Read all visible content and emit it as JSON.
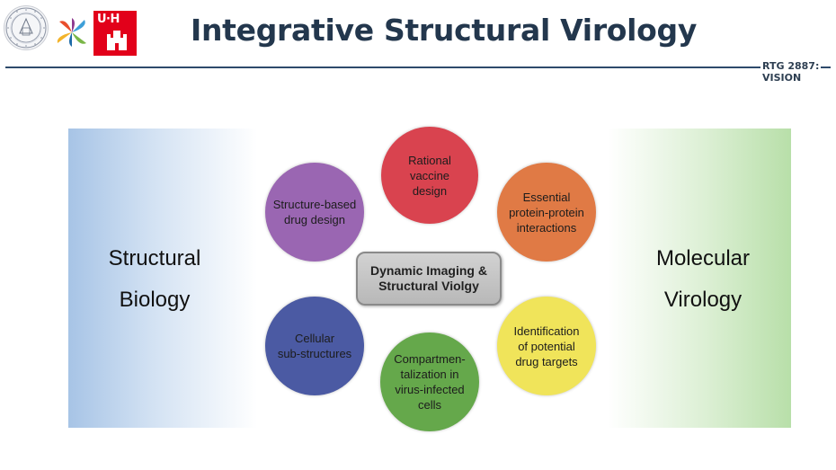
{
  "header": {
    "title": "Integrative Structural Virology",
    "subtitle_lines": [
      "RTG 2887:",
      "VISION"
    ],
    "logos": {
      "seal": "university-seal-logo",
      "pinwheel": "pinwheel-logo",
      "uhh": "U·H"
    }
  },
  "figure": {
    "left_label_lines": [
      "Structural",
      "Biology"
    ],
    "right_label_lines": [
      "Molecular",
      "Virology"
    ],
    "center_lines": [
      "Dynamic Imaging &",
      "Structural Violgy"
    ],
    "circles": [
      {
        "lines": [
          "Rational",
          "vaccine",
          "design"
        ],
        "color": "#d9434f"
      },
      {
        "lines": [
          "Essential",
          "protein-protein",
          "interactions"
        ],
        "color": "#e07a45"
      },
      {
        "lines": [
          "Identification",
          "of potential",
          "drug targets"
        ],
        "color": "#f0e45a"
      },
      {
        "lines": [
          "Compartmen-",
          "talization in",
          "virus-infected",
          "cells"
        ],
        "color": "#65a84b"
      },
      {
        "lines": [
          "Cellular",
          "sub-structures"
        ],
        "color": "#4b5aa3"
      },
      {
        "lines": [
          "Structure-based",
          "drug design"
        ],
        "color": "#9a66b2"
      }
    ],
    "panel_colors": {
      "left": "#a7c4e6",
      "right": "#b8dfa9"
    }
  }
}
